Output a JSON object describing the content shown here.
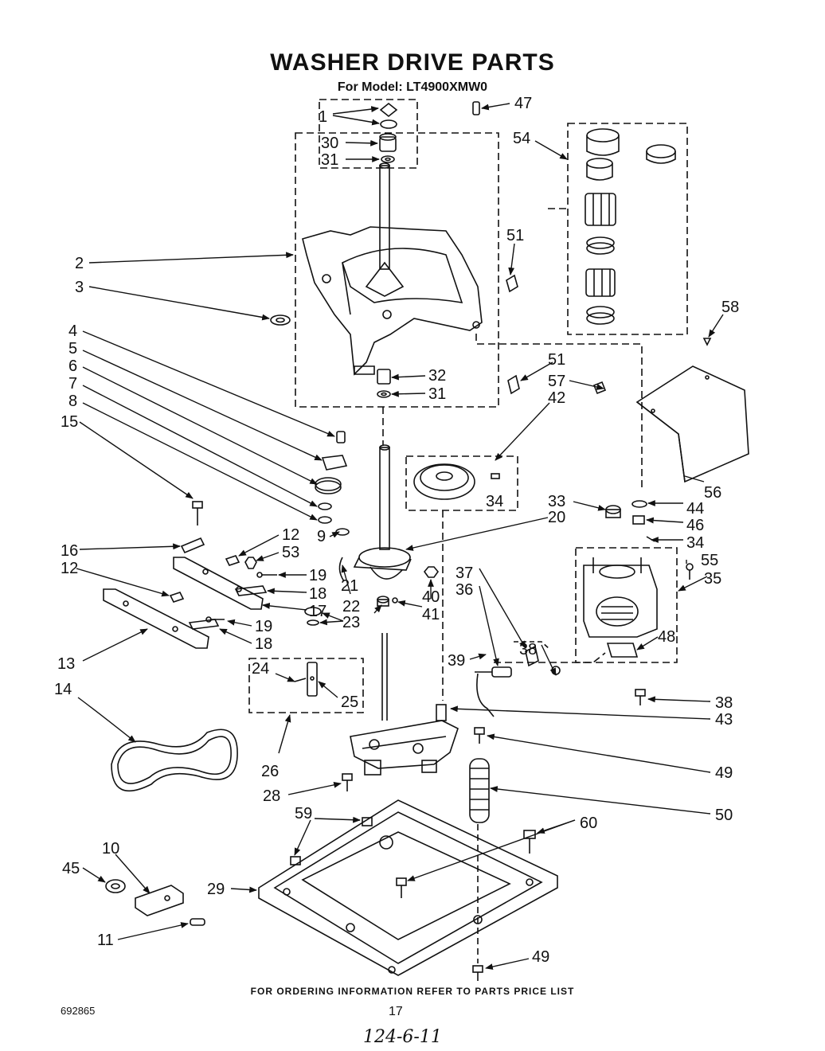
{
  "title": "WASHER DRIVE PARTS",
  "subtitle": "For Model: LT4900XMW0",
  "footer": "FOR ORDERING INFORMATION REFER TO PARTS PRICE LIST",
  "doc_number": "692865",
  "page_number": "17",
  "handwritten_note": "124-6-11",
  "callouts": [
    {
      "id": "c1",
      "label": "1"
    },
    {
      "id": "c30",
      "label": "30"
    },
    {
      "id": "c31a",
      "label": "31"
    },
    {
      "id": "c47",
      "label": "47"
    },
    {
      "id": "c54",
      "label": "54"
    },
    {
      "id": "c51a",
      "label": "51"
    },
    {
      "id": "c2",
      "label": "2"
    },
    {
      "id": "c3",
      "label": "3"
    },
    {
      "id": "c58",
      "label": "58"
    },
    {
      "id": "c4",
      "label": "4"
    },
    {
      "id": "c5",
      "label": "5"
    },
    {
      "id": "c6",
      "label": "6"
    },
    {
      "id": "c7",
      "label": "7"
    },
    {
      "id": "c8",
      "label": "8"
    },
    {
      "id": "c15",
      "label": "15"
    },
    {
      "id": "c32",
      "label": "32"
    },
    {
      "id": "c31b",
      "label": "31"
    },
    {
      "id": "c51b",
      "label": "51"
    },
    {
      "id": "c57",
      "label": "57"
    },
    {
      "id": "c42",
      "label": "42"
    },
    {
      "id": "c34a",
      "label": "34"
    },
    {
      "id": "c56",
      "label": "56"
    },
    {
      "id": "c33",
      "label": "33"
    },
    {
      "id": "c44",
      "label": "44"
    },
    {
      "id": "c46",
      "label": "46"
    },
    {
      "id": "c34b",
      "label": "34"
    },
    {
      "id": "c20",
      "label": "20"
    },
    {
      "id": "c16",
      "label": "16"
    },
    {
      "id": "c12a",
      "label": "12"
    },
    {
      "id": "c53",
      "label": "53"
    },
    {
      "id": "c9",
      "label": "9"
    },
    {
      "id": "c12b",
      "label": "12"
    },
    {
      "id": "c19a",
      "label": "19"
    },
    {
      "id": "c18a",
      "label": "18"
    },
    {
      "id": "c17",
      "label": "17"
    },
    {
      "id": "c37",
      "label": "37"
    },
    {
      "id": "c36",
      "label": "36"
    },
    {
      "id": "c55",
      "label": "55"
    },
    {
      "id": "c35",
      "label": "35"
    },
    {
      "id": "c21",
      "label": "21"
    },
    {
      "id": "c40",
      "label": "40"
    },
    {
      "id": "c22",
      "label": "22"
    },
    {
      "id": "c41",
      "label": "41"
    },
    {
      "id": "c19b",
      "label": "19"
    },
    {
      "id": "c18b",
      "label": "18"
    },
    {
      "id": "c38a",
      "label": "38"
    },
    {
      "id": "c48",
      "label": "48"
    },
    {
      "id": "c13",
      "label": "13"
    },
    {
      "id": "c23",
      "label": "23"
    },
    {
      "id": "c24",
      "label": "24"
    },
    {
      "id": "c39",
      "label": "39"
    },
    {
      "id": "c25",
      "label": "25"
    },
    {
      "id": "c14",
      "label": "14"
    },
    {
      "id": "c38b",
      "label": "38"
    },
    {
      "id": "c43",
      "label": "43"
    },
    {
      "id": "c26",
      "label": "26"
    },
    {
      "id": "c49a",
      "label": "49"
    },
    {
      "id": "c28",
      "label": "28"
    },
    {
      "id": "c50",
      "label": "50"
    },
    {
      "id": "c59",
      "label": "59"
    },
    {
      "id": "c60",
      "label": "60"
    },
    {
      "id": "c10",
      "label": "10"
    },
    {
      "id": "c45",
      "label": "45"
    },
    {
      "id": "c29",
      "label": "29"
    },
    {
      "id": "c11",
      "label": "11"
    },
    {
      "id": "c49b",
      "label": "49"
    }
  ]
}
